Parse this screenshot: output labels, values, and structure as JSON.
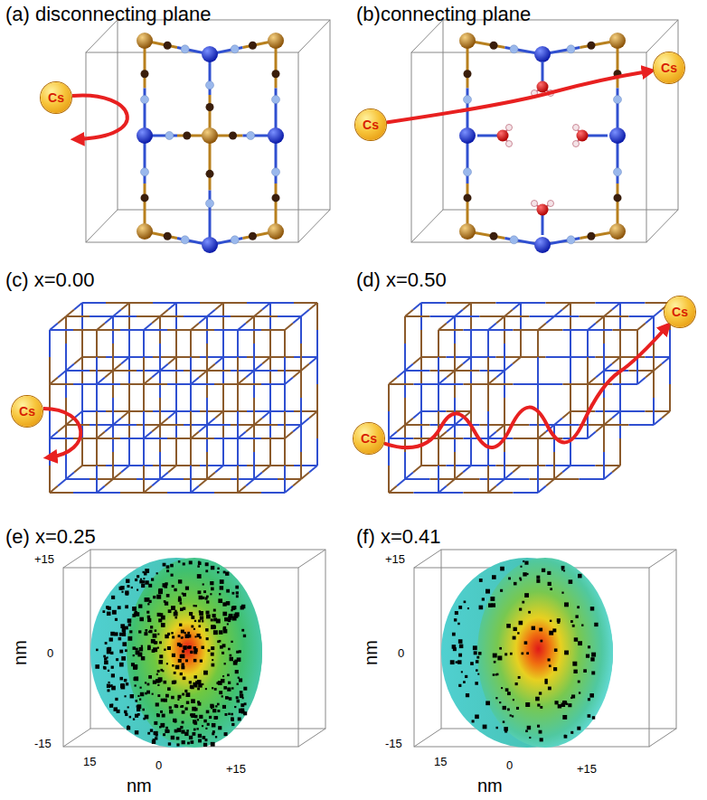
{
  "diagram": {
    "nodes": [
      {
        "text": [
          "Cs"
        ]
      },
      {
        "text": [
          "Cs"
        ]
      },
      {
        "text": [
          "Cs"
        ]
      },
      {
        "text": [
          "Cs"
        ]
      },
      {
        "text": [
          "Cs"
        ]
      },
      {
        "text": [
          "Cs"
        ]
      }
    ],
    "edges": [
      {
        "from": 1,
        "to": 2,
        "arrow": "to"
      },
      {
        "from": 4,
        "to": 5,
        "arrow": "to"
      }
    ],
    "labels": [
      "(a) disconnecting plane",
      "(b)connecting plane",
      "(c) x=0.00",
      "(d) x=0.50",
      "(e) x=0.25",
      "(f) x=0.41",
      "+15",
      "0",
      "-15",
      "nm",
      "15",
      "0",
      "+15",
      "nm",
      "+15",
      "0",
      "-15",
      "nm",
      "15",
      "0",
      "+15",
      "nm"
    ]
  }
}
